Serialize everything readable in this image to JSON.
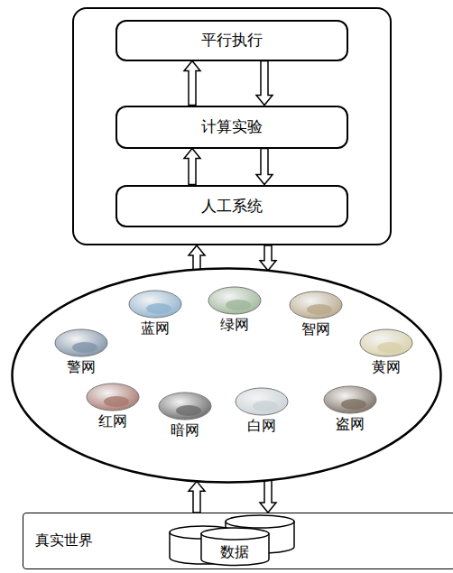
{
  "diagram": {
    "nodes": [
      {
        "text": []
      },
      {
        "text": [
          "平行执行"
        ],
        "in": 0
      },
      {
        "text": [
          "计算实验"
        ],
        "in": 0
      },
      {
        "text": [
          "人工系统"
        ],
        "in": 0
      },
      {
        "text": []
      },
      {
        "text": [
          "蓝网"
        ],
        "in": 4
      },
      {
        "text": [
          "绿网"
        ],
        "in": 4
      },
      {
        "text": [
          "智网"
        ],
        "in": 4
      },
      {
        "text": [
          "警网"
        ],
        "in": 4
      },
      {
        "text": [
          "黄网"
        ],
        "in": 4
      },
      {
        "text": [
          "红网"
        ],
        "in": 4
      },
      {
        "text": [
          "暗网"
        ],
        "in": 4
      },
      {
        "text": [
          "白网"
        ],
        "in": 4
      },
      {
        "text": [
          "盗网"
        ],
        "in": 4
      },
      {
        "text": [
          "真实世界"
        ]
      },
      {
        "text": [
          "数据"
        ],
        "in": 14
      }
    ],
    "edges": [
      {
        "from": 2,
        "to": 1,
        "arrow": "to"
      },
      {
        "from": 1,
        "to": 2,
        "arrow": "to"
      },
      {
        "from": 3,
        "to": 2,
        "arrow": "to"
      },
      {
        "from": 2,
        "to": 3,
        "arrow": "to"
      },
      {
        "from": 4,
        "to": 0,
        "arrow": "to"
      },
      {
        "from": 0,
        "to": 4,
        "arrow": "to"
      },
      {
        "from": 14,
        "to": 4,
        "arrow": "to"
      },
      {
        "from": 4,
        "to": 14,
        "arrow": "to"
      }
    ]
  }
}
